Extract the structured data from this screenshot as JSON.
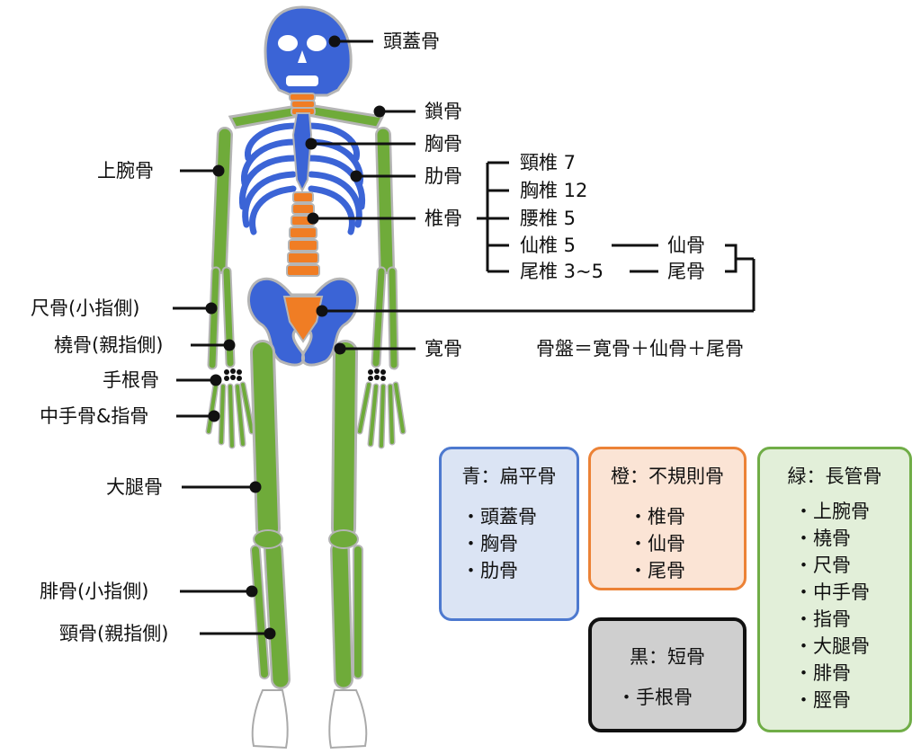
{
  "colors": {
    "flat": "#3b64d6",
    "irregular": "#f07d24",
    "long": "#6fab3a",
    "short": "#111111",
    "flat_box_bg": "#dbe4f4",
    "flat_box_border": "#4d79cf",
    "irr_box_bg": "#fbe4d5",
    "irr_box_border": "#ec8236",
    "long_box_bg": "#e2efd9",
    "long_box_border": "#70ad47",
    "short_box_bg": "#cfcfcf",
    "short_box_border": "#111111"
  },
  "labels": {
    "skull": "頭蓋骨",
    "clavicle": "鎖骨",
    "sternum": "胸骨",
    "rib": "肋骨",
    "vertebra": "椎骨",
    "humerus": "上腕骨",
    "ulna": "尺骨(小指側)",
    "radius": "橈骨(親指側)",
    "carpal": "手根骨",
    "metacarpal": "中手骨&指骨",
    "femur": "大腿骨",
    "fibula": "腓骨(小指側)",
    "tibia": "頸骨(親指側)",
    "hip": "寛骨"
  },
  "spine": {
    "cervical": "頸椎 7",
    "thoracic": "胸椎 12",
    "lumbar": "腰椎 5",
    "sacral": "仙椎 5",
    "coccygeal": "尾椎 3~5",
    "sacrum": "仙骨",
    "coccyx": "尾骨",
    "pelvis_formula": "骨盤＝寛骨＋仙骨＋尾骨"
  },
  "legend": {
    "flat": {
      "title": "青：扁平骨",
      "items": [
        "頭蓋骨",
        "胸骨",
        "肋骨"
      ]
    },
    "irregular": {
      "title": "橙：不規則骨",
      "items": [
        "椎骨",
        "仙骨",
        "尾骨"
      ]
    },
    "long": {
      "title": "緑：長管骨",
      "items": [
        "上腕骨",
        "橈骨",
        "尺骨",
        "中手骨",
        "指骨",
        "大腿骨",
        "腓骨",
        "脛骨"
      ]
    },
    "short": {
      "title": "黒：短骨",
      "items": [
        "手根骨"
      ]
    }
  }
}
